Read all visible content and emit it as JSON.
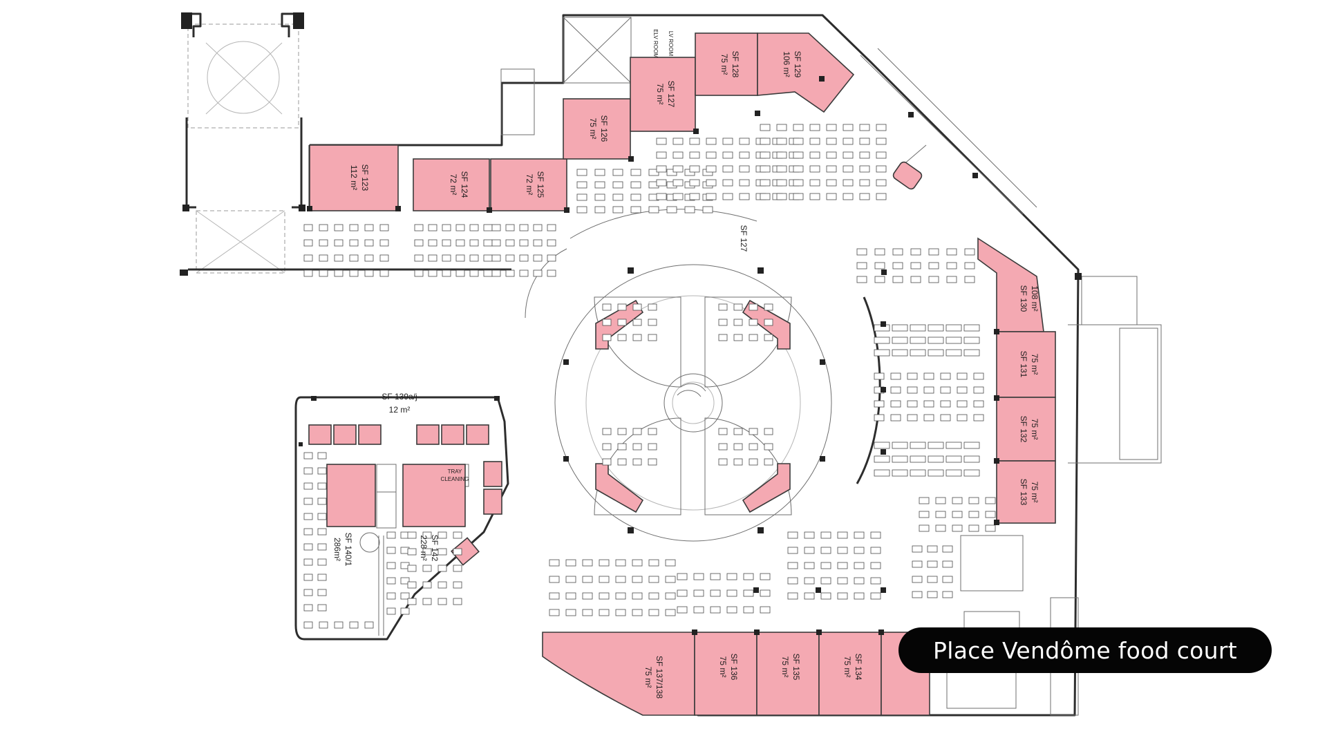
{
  "map": {
    "units": [
      {
        "id": "sf123",
        "name": "SF 123",
        "area": "112 m²"
      },
      {
        "id": "sf124",
        "name": "SF 124",
        "area": "72 m²"
      },
      {
        "id": "sf125",
        "name": "SF 125",
        "area": "72 m²"
      },
      {
        "id": "sf126",
        "name": "SF 126",
        "area": "75 m²"
      },
      {
        "id": "sf127",
        "name": "SF 127",
        "area": "75 m²"
      },
      {
        "id": "sf128",
        "name": "SF 128",
        "area": "75 m²"
      },
      {
        "id": "sf129",
        "name": "SF 129",
        "area": "106 m²"
      },
      {
        "id": "sf130",
        "name": "SF 130",
        "area": "108 m²"
      },
      {
        "id": "sf131",
        "name": "SF 131",
        "area": "75 m²"
      },
      {
        "id": "sf132",
        "name": "SF 132",
        "area": "75 m²"
      },
      {
        "id": "sf133",
        "name": "SF 133",
        "area": "75 m²"
      },
      {
        "id": "sf134",
        "name": "SF 134",
        "area": "75 m²"
      },
      {
        "id": "sf135",
        "name": "SF 135",
        "area": "75 m²"
      },
      {
        "id": "sf136",
        "name": "SF 136",
        "area": "75 m²"
      },
      {
        "id": "sf137",
        "name": "SF 137/138",
        "area": "75 m²"
      },
      {
        "id": "sf140",
        "name": "SF 140/1",
        "area": "286m²"
      },
      {
        "id": "sf142",
        "name": "SF 142",
        "area": "228 m²"
      }
    ],
    "kiosk_group": {
      "name": "SF 139a/j",
      "area": "12 m²"
    },
    "area_label": "SF 127",
    "room_labels": {
      "tray": "TRAY",
      "cleaning": "CLEANING",
      "elv": "ELV ROOM",
      "lv": "LV ROOM"
    }
  },
  "colors": {
    "unit_fill": "#f4a9b2",
    "wall": "#2d2d2d",
    "caption_bg": "#050505",
    "caption_text": "#ffffff"
  },
  "caption": "Place Vendôme food court"
}
